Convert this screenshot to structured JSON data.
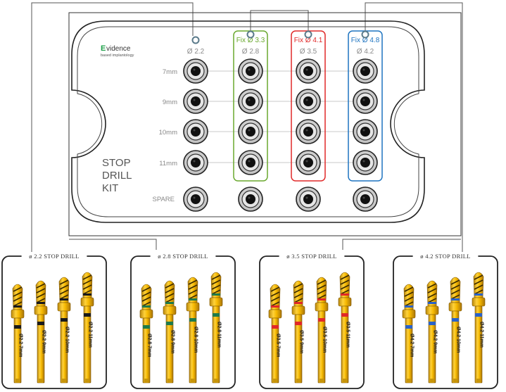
{
  "tray": {
    "brand": {
      "name": "vidence",
      "initial": "E",
      "tagline": "based implantology"
    },
    "title_lines": [
      "STOP",
      "DRILL",
      "KIT"
    ],
    "spare_label": "SPARE",
    "row_labels": [
      "7mm",
      "9mm",
      "10mm",
      "11mm"
    ],
    "columns": [
      {
        "size": "Ø 2.2",
        "fix": null
      },
      {
        "size": "Ø 2.8",
        "fix": "Fix  Ø 3.3",
        "color": "#6aa82f"
      },
      {
        "size": "Ø 3.5",
        "fix": "Fix  Ø 4.1",
        "color": "#e02828"
      },
      {
        "size": "Ø 4.2",
        "fix": "Fix  Ø 4.8",
        "color": "#1e74c0"
      }
    ]
  },
  "panels": [
    {
      "title": "ø 2.2 STOP DRILL",
      "band_color": "#1a1a1a",
      "engravings": [
        "Ø2.2  7mm",
        "Ø2.2  9mm",
        "Ø2.2  10mm",
        "Ø2.2  11mm"
      ]
    },
    {
      "title": "ø 2.8 STOP DRILL",
      "band_color": "#1f7a4a",
      "engravings": [
        "Ø2.8  7mm",
        "Ø2.8  9mm",
        "Ø2.8  10mm",
        "Ø2.8  11mm"
      ]
    },
    {
      "title": "ø 3.5 STOP DRILL",
      "band_color": "#e02828",
      "engravings": [
        "Ø3.5  7mm",
        "Ø3.5  9mm",
        "Ø3.5  10mm",
        "Ø3.5  11mm"
      ]
    },
    {
      "title": "ø 4.2 STOP DRILL",
      "band_color": "#2a62c8",
      "engravings": [
        "Ø4.2  7mm",
        "Ø4.2  9mm",
        "Ø4.2  10mm",
        "Ø4.2  11mm"
      ]
    }
  ]
}
